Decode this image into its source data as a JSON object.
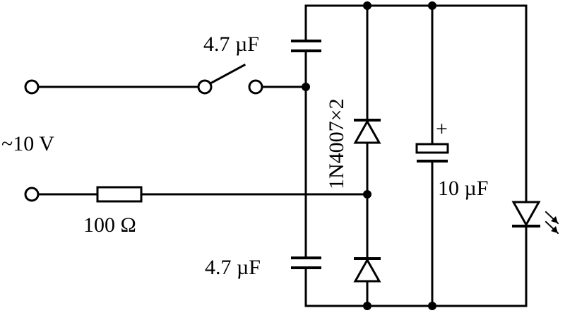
{
  "labels": {
    "cap_top": "4.7 µF",
    "cap_bottom": "4.7 µF",
    "source_voltage": "~10 V",
    "resistor": "100 Ω",
    "diodes": "1N4007×2",
    "electrolytic_cap": "10 µF",
    "polarity_mark": "+"
  },
  "icons": {
    "diode": "diode-icon",
    "led": "led-icon",
    "switch": "switch-icon",
    "resistor": "resistor-icon",
    "capacitor": "capacitor-icon"
  }
}
